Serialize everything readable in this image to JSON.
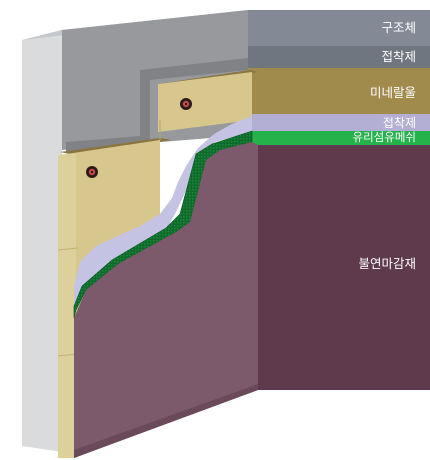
{
  "layers": [
    {
      "key": "structure",
      "label": "구조체",
      "color": "#838a95"
    },
    {
      "key": "adhesive_top",
      "label": "접착제",
      "color": "#6f7680"
    },
    {
      "key": "mineral_wool",
      "label": "미네랄울",
      "color": "#a08a4c"
    },
    {
      "key": "adhesive_mid",
      "label": "접착제",
      "color": "#b3aed3"
    },
    {
      "key": "glass_fiber_mesh",
      "label": "유리섬유메쉬",
      "color": "#26b24a"
    },
    {
      "key": "finish",
      "label": "불연마감재",
      "color": "#5e3a4c"
    }
  ]
}
